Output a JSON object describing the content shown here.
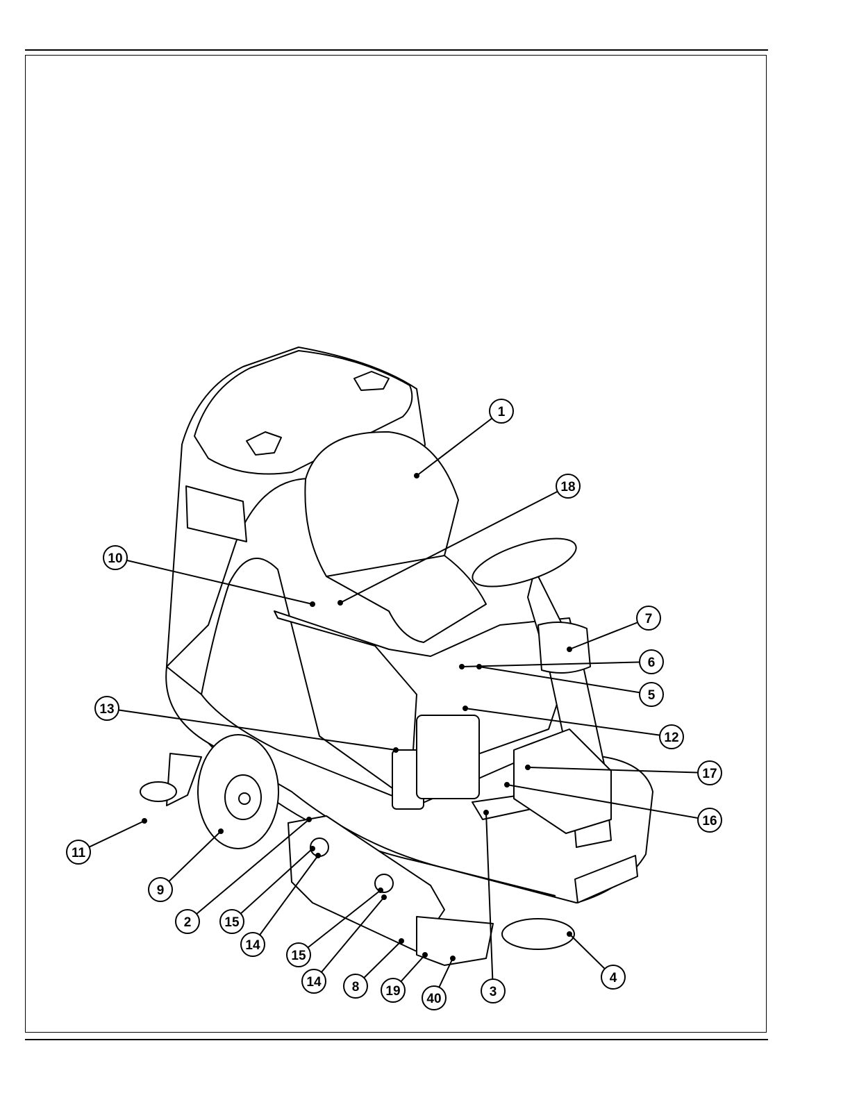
{
  "diagram": {
    "callouts": [
      {
        "label": "1"
      },
      {
        "label": "18"
      },
      {
        "label": "10"
      },
      {
        "label": "7"
      },
      {
        "label": "6"
      },
      {
        "label": "5"
      },
      {
        "label": "13"
      },
      {
        "label": "12"
      },
      {
        "label": "17"
      },
      {
        "label": "16"
      },
      {
        "label": "11"
      },
      {
        "label": "9"
      },
      {
        "label": "2"
      },
      {
        "label": "15"
      },
      {
        "label": "14"
      },
      {
        "label": "15"
      },
      {
        "label": "14"
      },
      {
        "label": "8"
      },
      {
        "label": "19"
      },
      {
        "label": "40"
      },
      {
        "label": "3"
      },
      {
        "label": "4"
      }
    ]
  }
}
